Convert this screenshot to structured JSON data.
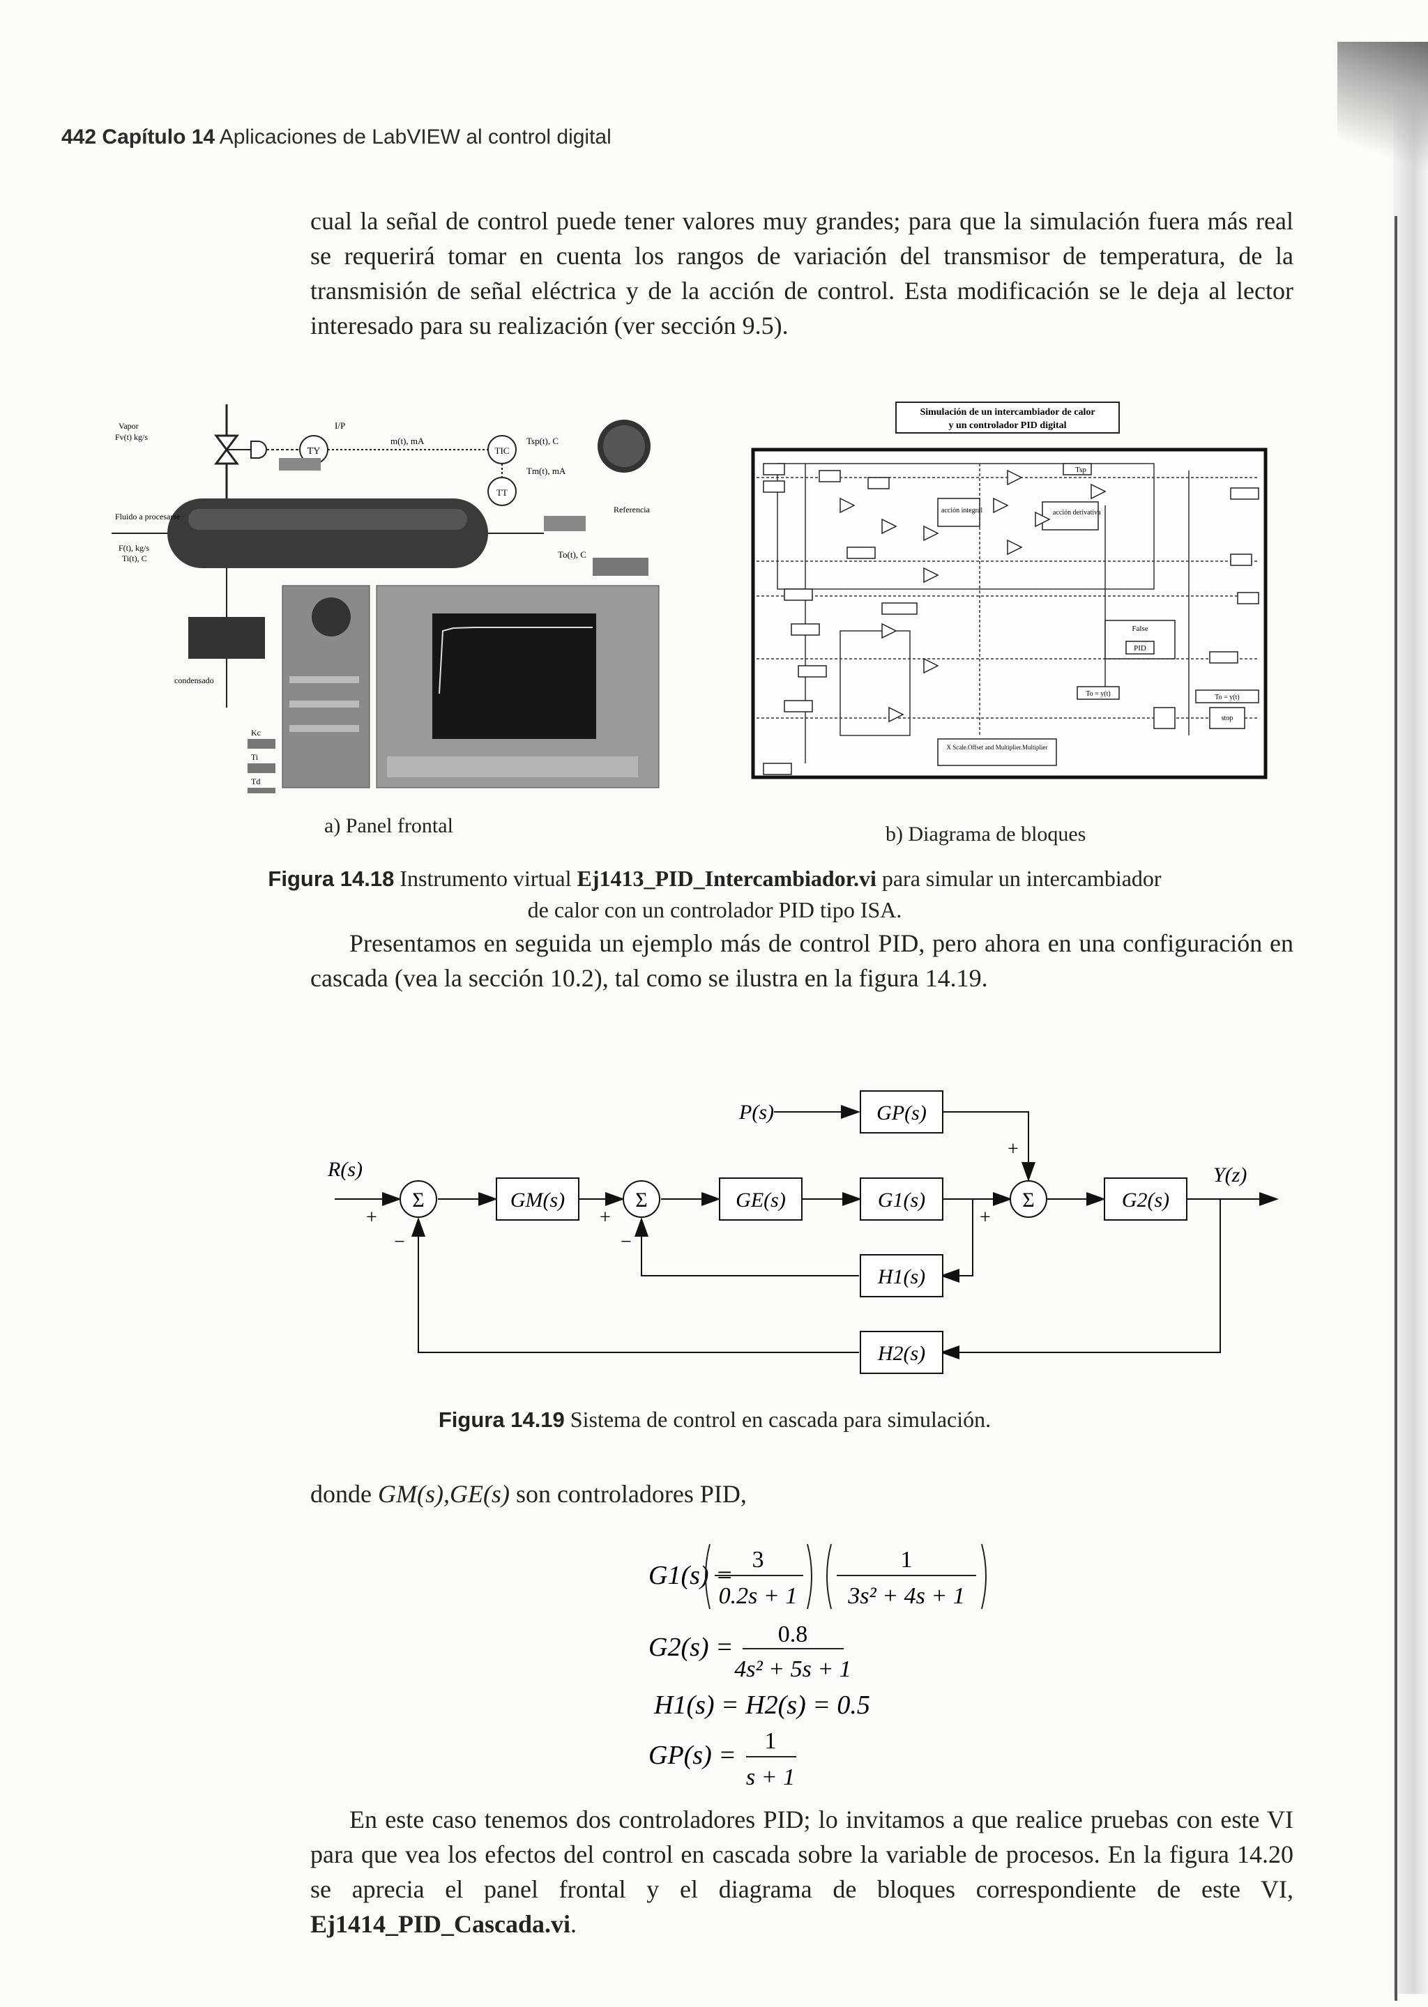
{
  "header": {
    "page_number": "442",
    "chapter": "Capítulo 14",
    "chapter_title": "Aplicaciones de LabVIEW al control digital"
  },
  "paragraph1": "cual la señal de control puede tener valores muy grandes; para que la simulación fuera más real se requerirá tomar en cuenta los rangos de variación del transmisor de temperatura, de la transmisión de señal eléctrica y de la acción de control. Esta modificación se le deja al lector interesado para su realización (ver sección 9.5).",
  "figure_14_18": {
    "front_panel_caption": "a) Panel frontal",
    "block_diagram_caption": "b) Diagrama de bloques",
    "label": "Figura 14.18",
    "caption_text_1": "Instrumento virtual",
    "caption_bold": "Ej1413_PID_Intercambiador.vi",
    "caption_text_2": "para simular un intercambiador",
    "caption_line2": "de calor con un controlador PID tipo ISA.",
    "diagram_title_line1": "Simulación de un intercambiador de calor",
    "diagram_title_line2": "y un controlador PID digital",
    "panel_labels": {
      "vapor": "Vapor",
      "vapor_flow": "Fv(t) kg/s",
      "fluid": "Fluido a procesarse",
      "fluid_flow": "F(t), kg/s",
      "fluid_temp": "Ti(t), C",
      "condensado": "condensado",
      "ip": "I/P",
      "ma": "m(t), mA",
      "ty": "TY",
      "tic": "TIC",
      "tt": "TT",
      "tsp": "Tsp(t), C",
      "tm": "Tm(t), mA",
      "to": "To(t), C",
      "referencia": "Referencia",
      "kc": "Kc",
      "ti": "Ti",
      "td": "Td"
    },
    "diagram_labels": {
      "tsp": "Tsp",
      "to_yt": "To = y(t)",
      "pid": "PID",
      "false": "False",
      "accion_derivativa": "acción derivativa",
      "accion_integral": "acción integral",
      "stop": "stop",
      "scale": "X Scale.Offset and Multiplier.Multiplier"
    }
  },
  "paragraph2": "Presentamos en seguida un ejemplo más de control PID, pero ahora en una configuración en cascada (vea la sección 10.2), tal como se ilustra en la figura 14.19.",
  "figure_14_19": {
    "label": "Figura 14.19",
    "caption_text": "Sistema de control en cascada para simulación.",
    "blocks": {
      "gm": "GM(s)",
      "ge": "GE(s)",
      "g1": "G1(s)",
      "g2": "G2(s)",
      "gp": "GP(s)",
      "h1": "H1(s)",
      "h2": "H2(s)"
    },
    "signals": {
      "input": "R(s)",
      "output": "Y(z)",
      "disturbance": "P(s)",
      "sum": "Σ",
      "plus": "+",
      "minus": "−"
    }
  },
  "paragraph3": {
    "prefix": "donde",
    "math": "GM(s),GE(s)",
    "suffix": "son controladores PID,"
  },
  "equations": {
    "g1_lhs": "G1(s) =",
    "g1_num1": "3",
    "g1_den1": "0.2s + 1",
    "g1_num2": "1",
    "g1_den2": "3s² + 4s + 1",
    "g2_lhs": "G2(s) =",
    "g2_num": "0.8",
    "g2_den": "4s² + 5s + 1",
    "h_eq": "H1(s) = H2(s) = 0.5",
    "gp_lhs": "GP(s) =",
    "gp_num": "1",
    "gp_den": "s + 1"
  },
  "paragraph4": {
    "text": "En este caso tenemos dos controladores PID; lo invitamos a que realice pruebas con este VI para que vea los efectos del control en cascada sobre la variable de procesos. En la figura 14.20 se aprecia el panel frontal y el diagrama de bloques correspondiente de este VI,",
    "bold": "Ej1414_PID_Cascada.vi",
    "end": "."
  }
}
